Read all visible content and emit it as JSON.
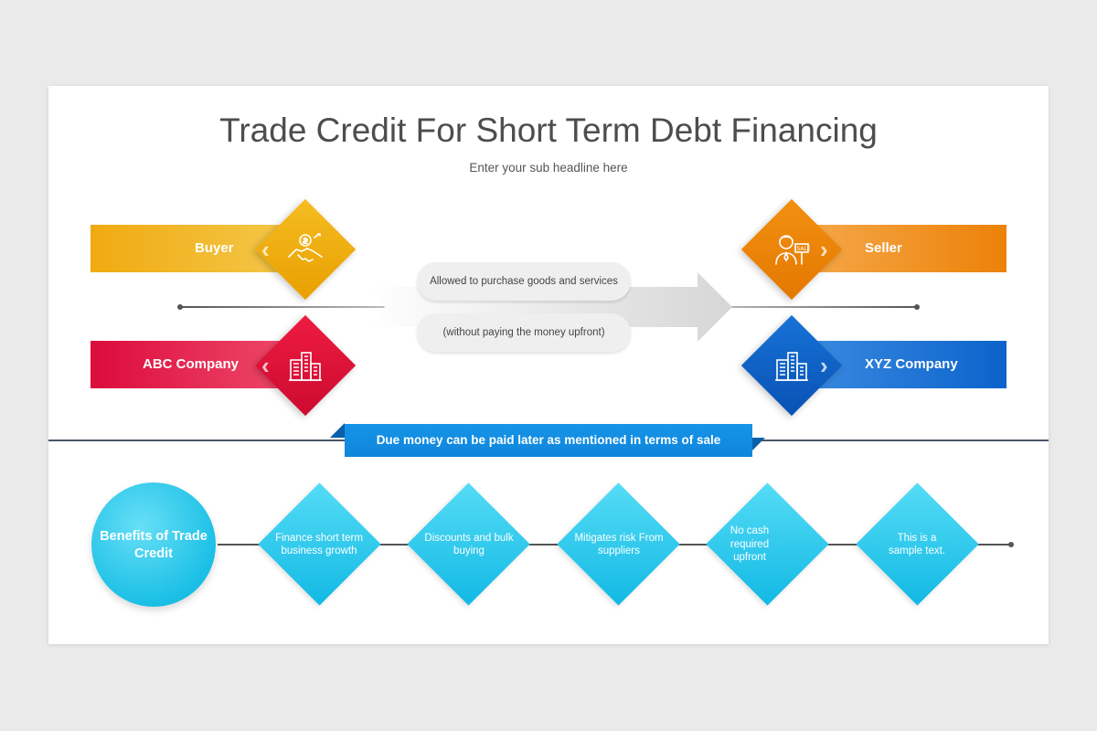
{
  "title": "Trade Credit For Short Term Debt Financing",
  "subtitle": "Enter your sub headline here",
  "parties": {
    "buyer": {
      "label": "Buyer",
      "color": "#f0a80e",
      "icon": "handshake-icon"
    },
    "abc": {
      "label": "ABC Company",
      "color": "#d9103a",
      "icon": "buildings-icon"
    },
    "seller": {
      "label": "Seller",
      "color": "#f08a12",
      "icon": "salesman-icon"
    },
    "xyz": {
      "label": "XYZ Company",
      "color": "#0b62c9",
      "icon": "buildings-icon"
    }
  },
  "flow": {
    "line1": "Allowed to purchase goods and services",
    "line2": "(without paying the money upfront)"
  },
  "banner": "Due money can be paid later as mentioned in terms of sale",
  "benefits": {
    "title": "Benefits of Trade Credit",
    "items": [
      "Finance short term business growth",
      "Discounts and bulk buying",
      "Mitigates risk From suppliers",
      "No cash required upfront",
      "This is a sample text."
    ]
  }
}
